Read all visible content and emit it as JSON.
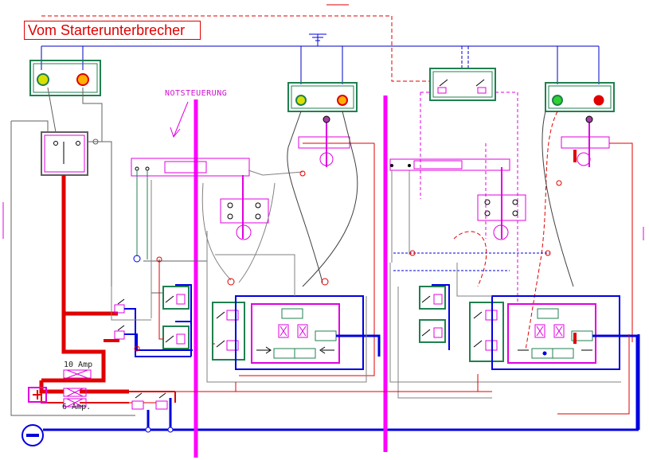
{
  "diagram": {
    "title": "Vom Starterunterbrecher",
    "labels": {
      "notsteuerung": "NOTSTEUERUNG",
      "fuse_10": "10 Amp",
      "fuse_6": "6 Amp."
    },
    "colors": {
      "power": "#e00000",
      "ground": "#0000e0",
      "control": "#e000e0",
      "signal": "#707070",
      "panel": "#208050",
      "lamp_yellow": "#d8e000",
      "lamp_green": "#30d030",
      "lamp_red": "#e00000"
    }
  }
}
